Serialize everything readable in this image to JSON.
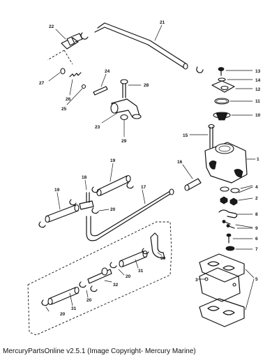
{
  "diagram": {
    "callouts": {
      "c1": "1",
      "c2": "2",
      "c3": "3",
      "c4": "4",
      "c5": "5",
      "c6": "6",
      "c7": "7",
      "c8": "8",
      "c9": "9",
      "c10": "10",
      "c11": "11",
      "c12": "12",
      "c13": "13",
      "c14": "14",
      "c15": "15",
      "c16": "16",
      "c17": "17",
      "c18": "18",
      "c19a": "19",
      "c19b": "19",
      "c20a": "20",
      "c20b": "20",
      "c20c": "20",
      "c20d": "20",
      "c21": "21",
      "c22": "22",
      "c23": "23",
      "c24": "24",
      "c25": "25",
      "c26": "26",
      "c27": "27",
      "c28": "28",
      "c29": "29",
      "c30": "30",
      "c31a": "31",
      "c31b": "31",
      "c32": "32"
    }
  },
  "footer": {
    "caption": "MercuryPartsOnline v2.5.1 (Image Copyright- Mercury Marine)"
  }
}
